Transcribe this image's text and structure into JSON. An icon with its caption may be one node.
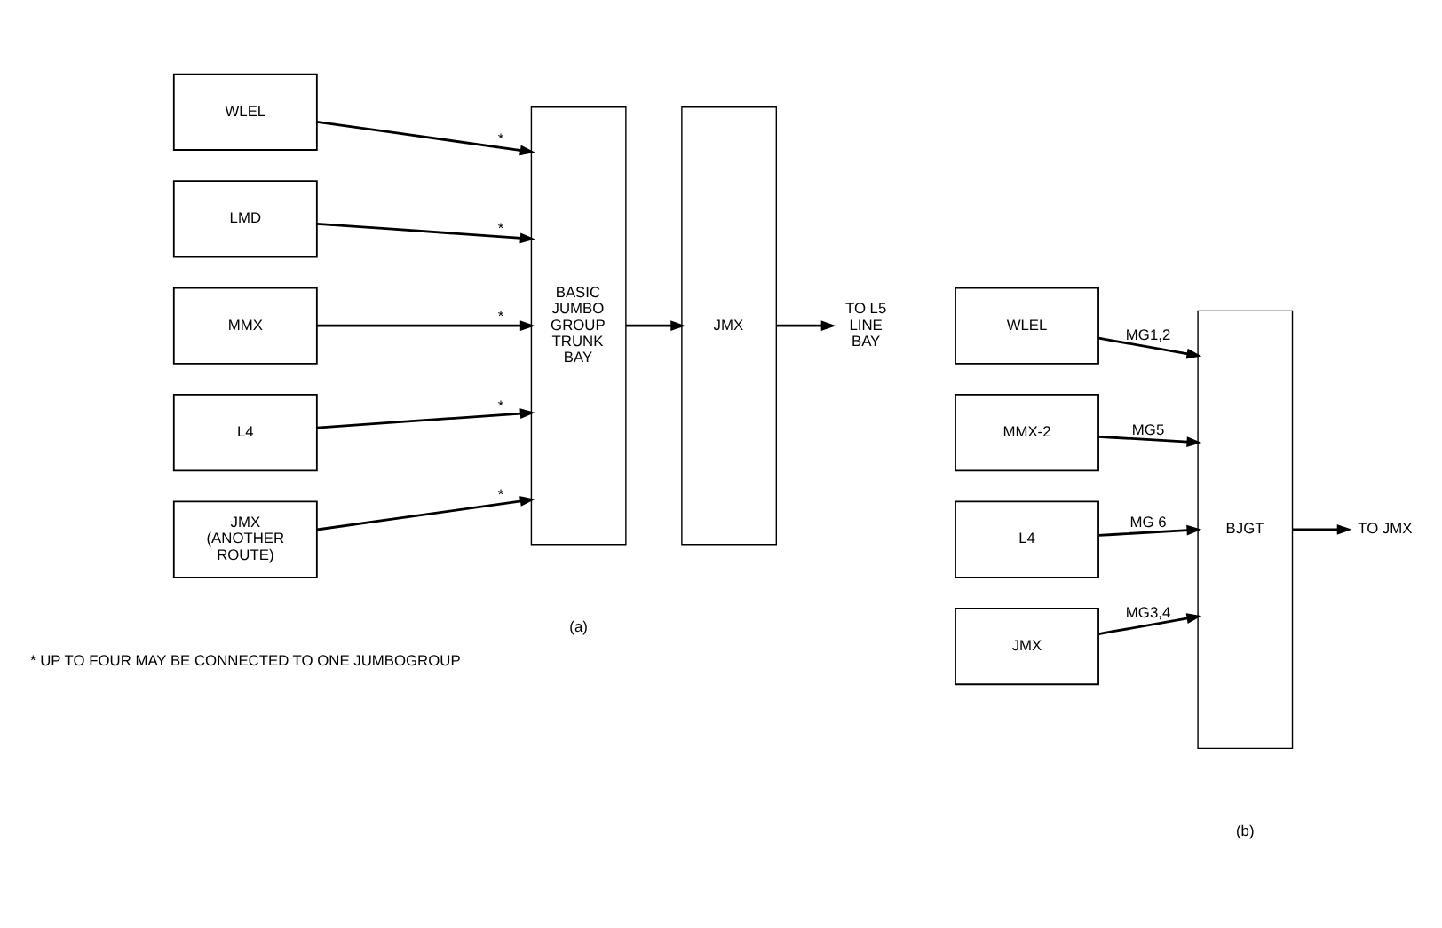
{
  "diagram": {
    "nodes": [
      {
        "text": [
          "WLEL"
        ]
      },
      {
        "text": [
          "LMD"
        ]
      },
      {
        "text": [
          "MMX"
        ]
      },
      {
        "text": [
          "L4"
        ]
      },
      {
        "text": [
          "JMX (ANOTHER ROUTE)"
        ]
      },
      {
        "text": [
          "BASIC JUMBO GROUP TRUNK BAY"
        ]
      },
      {
        "text": [
          "JMX"
        ]
      },
      {
        "text": [
          "TO L5 LINE BAY"
        ]
      },
      {
        "text": [
          "WLEL"
        ]
      },
      {
        "text": [
          "MMX-2"
        ]
      },
      {
        "text": [
          "L4"
        ]
      },
      {
        "text": [
          "JMX"
        ]
      },
      {
        "text": [
          "BJGT"
        ]
      },
      {
        "text": [
          "TO JMX"
        ]
      }
    ],
    "edges": [
      {
        "from": 0,
        "to": 5,
        "arrow": "to",
        "label": "*"
      },
      {
        "from": 1,
        "to": 5,
        "arrow": "to",
        "label": "*"
      },
      {
        "from": 2,
        "to": 5,
        "arrow": "to",
        "label": "*"
      },
      {
        "from": 3,
        "to": 5,
        "arrow": "to",
        "label": "*"
      },
      {
        "from": 4,
        "to": 5,
        "arrow": "to",
        "label": "*"
      },
      {
        "from": 5,
        "to": 6,
        "arrow": "to"
      },
      {
        "from": 6,
        "to": 7,
        "arrow": "to"
      },
      {
        "from": 8,
        "to": 12,
        "arrow": "to",
        "label": "MG1,2"
      },
      {
        "from": 9,
        "to": 12,
        "arrow": "to",
        "label": "MG5"
      },
      {
        "from": 10,
        "to": 12,
        "arrow": "to",
        "label": "MG 6"
      },
      {
        "from": 11,
        "to": 12,
        "arrow": "to",
        "label": "MG3,4"
      },
      {
        "from": 12,
        "to": 13,
        "arrow": "to"
      }
    ],
    "labels": [
      "* UP TO FOUR MAY BE CONNECTED TO ONE JUMBOGROUP",
      "(a)",
      "(b)"
    ]
  }
}
